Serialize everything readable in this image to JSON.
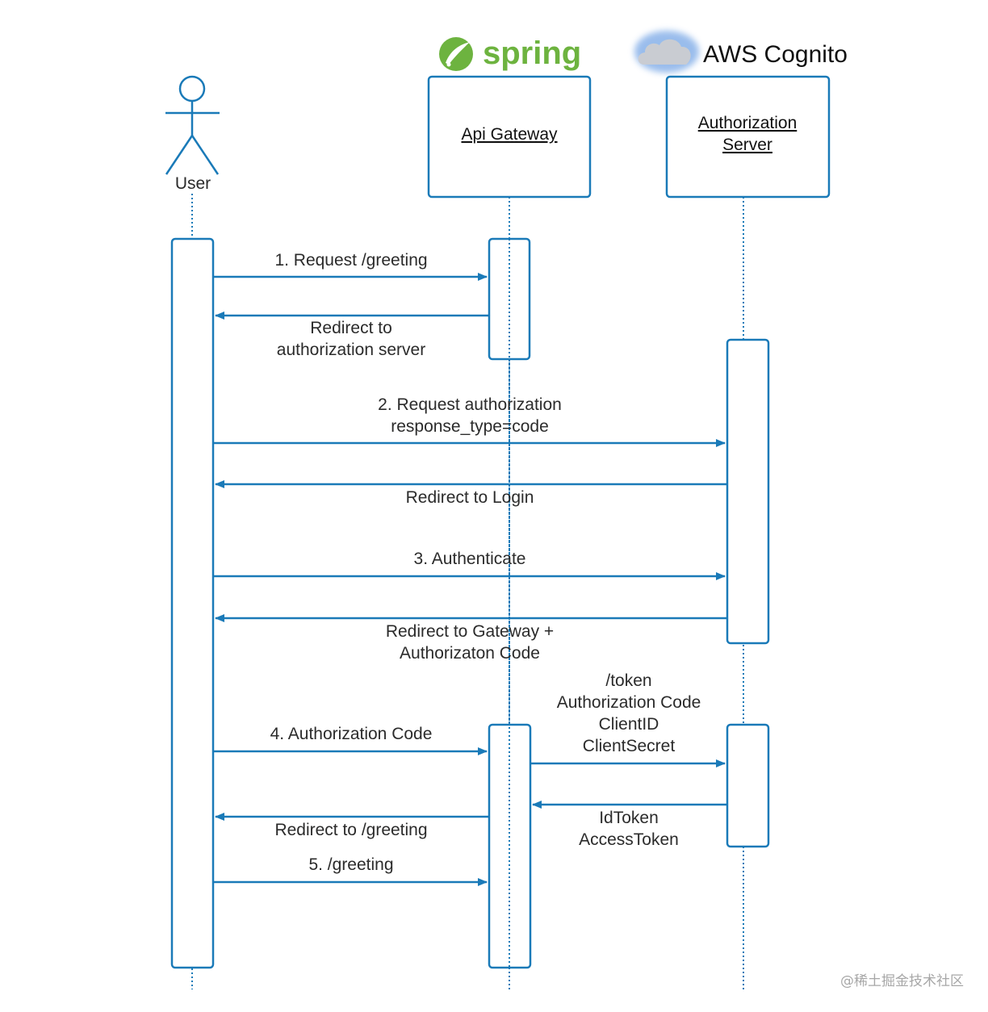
{
  "colors": {
    "line": "#1a7ab8",
    "spring_green": "#6db33f",
    "cloud": "#c9ccd2",
    "cloud_glow": "#8fb6ea"
  },
  "logos": {
    "spring": "spring",
    "aws": "AWS Cognito"
  },
  "actors": {
    "user": "User",
    "gateway": "Api Gateway",
    "auth_line1": "Authorization",
    "auth_line2": "Server"
  },
  "messages": {
    "m1": "1. Request  /greeting",
    "m1r_1": "Redirect to",
    "m1r_2": "authorization server",
    "m2_1": "2. Request authorization",
    "m2_2": "response_type=code",
    "m2r": "Redirect to Login",
    "m3": "3. Authenticate",
    "m3r_1": "Redirect to Gateway +",
    "m3r_2": "Authorizaton Code",
    "m4": "4. Authorization Code",
    "tok_1": "/token",
    "tok_2": "Authorization Code",
    "tok_3": "ClientID",
    "tok_4": "ClientSecret",
    "ret_1": "IdToken",
    "ret_2": "AccessToken",
    "m4r": "Redirect to /greeting",
    "m5": "5. /greeting"
  },
  "watermark": "@稀土掘金技术社区"
}
